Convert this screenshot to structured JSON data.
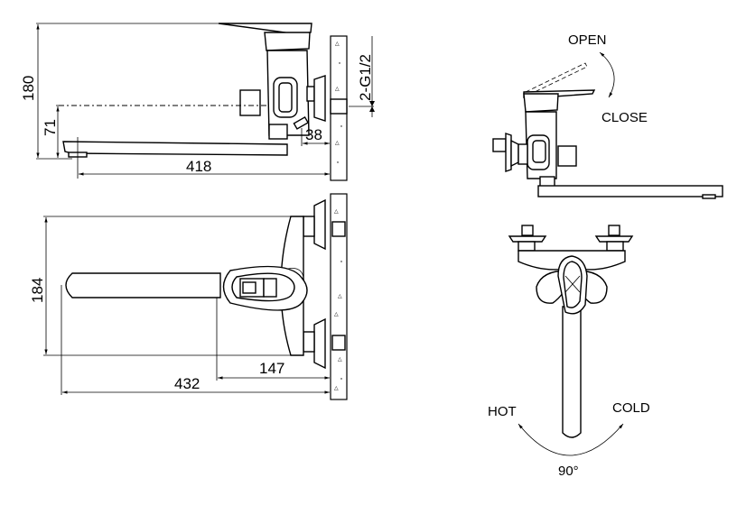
{
  "drawing": {
    "side_view": {
      "dimensions": {
        "height_total": "180",
        "spout_height": "71",
        "spout_reach": "418",
        "wall_offset": "38",
        "connection": "2-G1/2"
      }
    },
    "top_view": {
      "dimensions": {
        "width": "184",
        "total_reach": "432",
        "body_depth": "147"
      }
    },
    "operation_view": {
      "lever_labels": {
        "open": "OPEN",
        "close": "CLOSE"
      }
    },
    "rotation_view": {
      "labels": {
        "hot": "HOT",
        "cold": "COLD",
        "angle": "90°"
      }
    }
  }
}
